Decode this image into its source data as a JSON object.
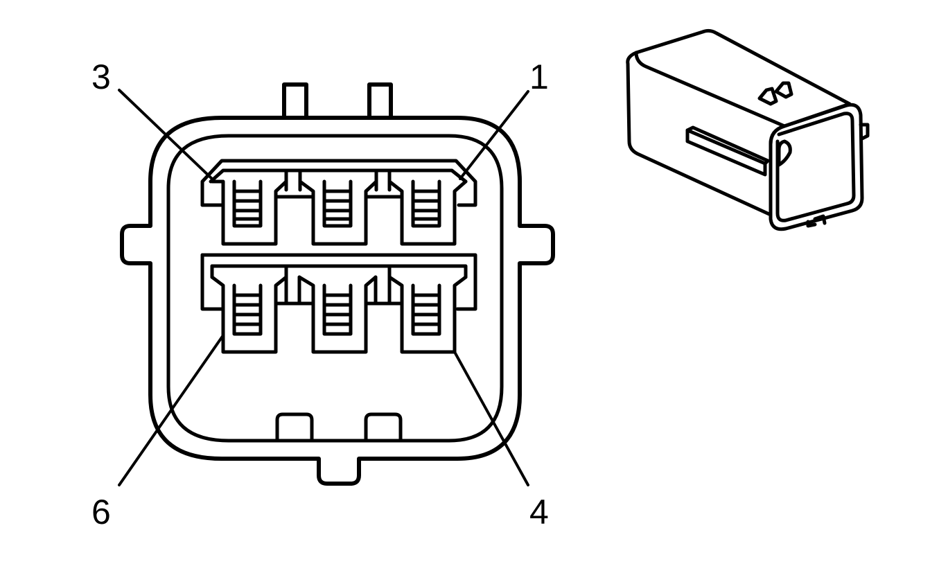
{
  "diagram": {
    "callouts": [
      {
        "id": "pin-3",
        "label": "3"
      },
      {
        "id": "pin-1",
        "label": "1"
      },
      {
        "id": "pin-6",
        "label": "6"
      },
      {
        "id": "pin-4",
        "label": "4"
      }
    ]
  }
}
